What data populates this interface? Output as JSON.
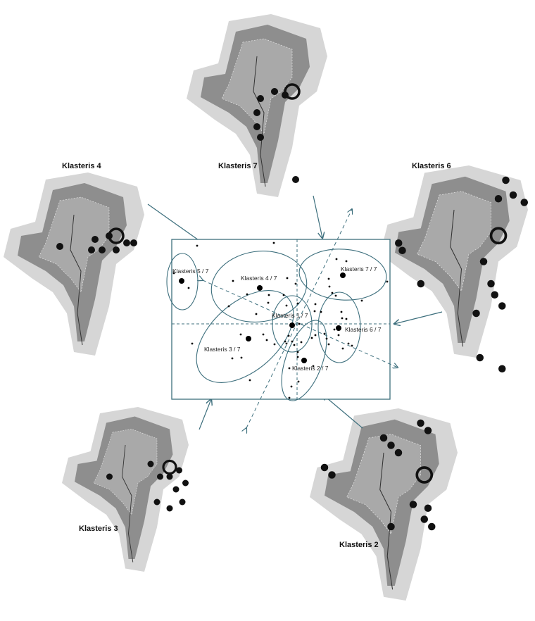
{
  "map_labels": {
    "k4": "Klasteris 4",
    "k7": "Klasteris 7",
    "k6": "Klasteris 6",
    "k3": "Klasteris 3",
    "k2": "Klasteris 2"
  },
  "plot": {
    "clusters": [
      {
        "name": "Klasteris 5 / 7"
      },
      {
        "name": "Klasteris 4 / 7"
      },
      {
        "name": "Klasteris 7 / 7"
      },
      {
        "name": "Klasteris 1 / 7"
      },
      {
        "name": "Klasteris 3 / 7"
      },
      {
        "name": "Klasteris 6 / 7"
      },
      {
        "name": "Klasteris 2 / 7"
      }
    ]
  },
  "colors": {
    "line": "#3d6f7d",
    "map_outer": "#d4d4d4",
    "map_inner": "#8a8a8a"
  }
}
